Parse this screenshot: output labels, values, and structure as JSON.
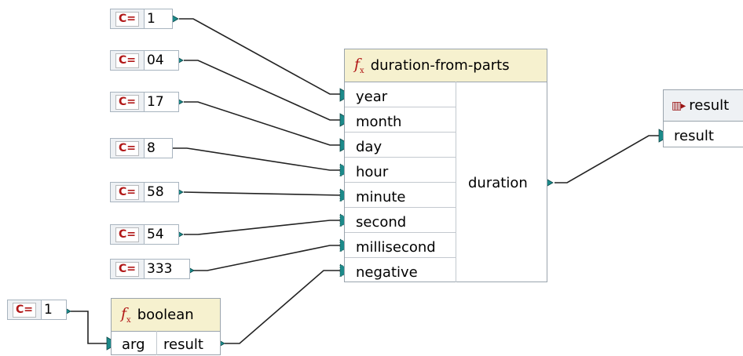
{
  "constants": [
    {
      "icon": "C=",
      "value": "1"
    },
    {
      "icon": "C=",
      "value": "04"
    },
    {
      "icon": "C=",
      "value": "17"
    },
    {
      "icon": "C=",
      "value": "8"
    },
    {
      "icon": "C=",
      "value": "58"
    },
    {
      "icon": "C=",
      "value": "54"
    },
    {
      "icon": "C=",
      "value": "333"
    },
    {
      "icon": "C=",
      "value": "1"
    }
  ],
  "duration_fn": {
    "icon": "fx",
    "name": "duration-from-parts",
    "inputs": [
      "year",
      "month",
      "day",
      "hour",
      "minute",
      "second",
      "millisecond",
      "negative"
    ],
    "output": "duration"
  },
  "boolean_fn": {
    "icon": "fx",
    "name": "boolean",
    "input": "arg",
    "output": "result"
  },
  "result_box": {
    "title": "result",
    "port": "result"
  },
  "colors": {
    "connector": "#1c8a8a",
    "wire": "#222222",
    "const_red": "#b11818",
    "func_header": "#f6f1cf"
  }
}
